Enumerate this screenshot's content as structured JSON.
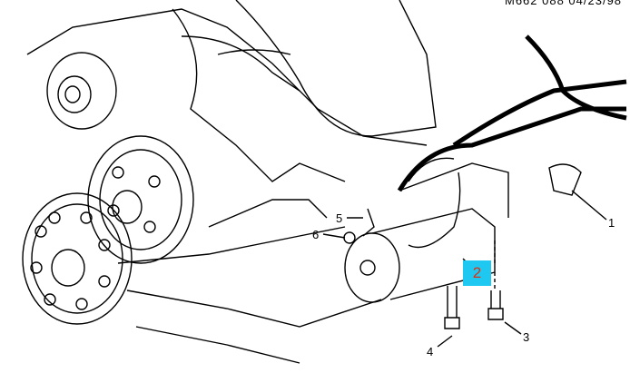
{
  "figure_ref": "M662 088 04/23/98",
  "callouts": [
    "1",
    "2",
    "3",
    "4",
    "5",
    "6"
  ],
  "highlight_color": "#1ec8f0",
  "highlight_text_color": "#e03010"
}
